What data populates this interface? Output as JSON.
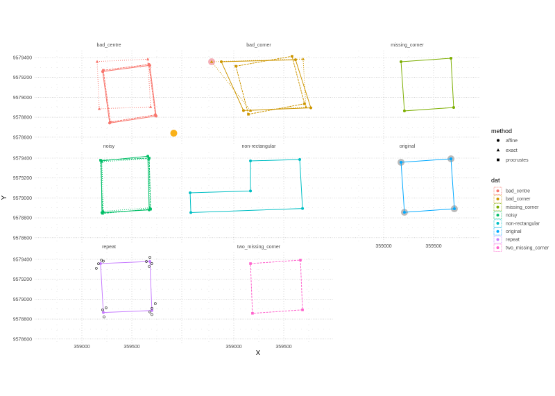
{
  "chart_data": {
    "type": "scatter",
    "subtype": "faceted polygon plot (ggplot2 facet_wrap, theme_minimal)",
    "xlabel": "X",
    "ylabel": "Y",
    "x_ticks": [
      359000,
      359500
    ],
    "y_ticks": [
      9578600,
      9578800,
      9579000,
      9579200,
      9579400
    ],
    "x_tick_labels": [
      "359000",
      "359500"
    ],
    "y_tick_labels": [
      "9578600",
      "9578800",
      "9579000",
      "9579200",
      "9579400"
    ],
    "xlim": [
      358530,
      360000
    ],
    "ylim": [
      9578520,
      9579500
    ],
    "grid": true,
    "legend_position": "right",
    "legends": [
      {
        "title": "method",
        "entries": [
          {
            "label": "affine",
            "shape": "circle"
          },
          {
            "label": "exact",
            "shape": "triangle"
          },
          {
            "label": "procrustes",
            "shape": "square"
          }
        ]
      },
      {
        "title": "dat",
        "entries": [
          {
            "label": "bad_centre",
            "color": "#F8766D"
          },
          {
            "label": "bad_corner",
            "color": "#CD9600"
          },
          {
            "label": "missing_corner",
            "color": "#7CAE00"
          },
          {
            "label": "noisy",
            "color": "#00BE67"
          },
          {
            "label": "non-rectangular",
            "color": "#00BFC4"
          },
          {
            "label": "original",
            "color": "#00A9FF"
          },
          {
            "label": "repeat",
            "color": "#C77CFF"
          },
          {
            "label": "two_missing_corner",
            "color": "#FF61CC"
          }
        ]
      }
    ],
    "panels": [
      {
        "name": "bad_centre",
        "col": 0,
        "row": 0,
        "color": "#F8766D",
        "polygons": [
          {
            "method": "affine",
            "dash": "",
            "points": [
              [
                359208,
                9579260
              ],
              [
                359680,
                9579322
              ],
              [
                359743,
                9578812
              ],
              [
                359278,
                9578742
              ]
            ]
          },
          {
            "method": "procrustes",
            "dash": "3,1",
            "points": [
              [
                359215,
                9579272
              ],
              [
                359670,
                9579331
              ],
              [
                359736,
                9578824
              ],
              [
                359285,
                9578752
              ]
            ]
          },
          {
            "method": "exact",
            "dash": "1,2",
            "points": [
              [
                359153,
                9579360
              ],
              [
                359660,
                9579384
              ],
              [
                359688,
                9578904
              ],
              [
                359174,
                9578885
              ]
            ]
          }
        ],
        "extra_points": [
          {
            "x": 359920,
            "y": 9578640,
            "color": "#F8A800",
            "r": 5,
            "label": "bad centre point"
          }
        ]
      },
      {
        "name": "bad_corner",
        "col": 1,
        "row": 0,
        "color": "#CD9600",
        "polygons": [
          {
            "method": "affine",
            "dash": "",
            "points": [
              [
                358875,
                9579358
              ],
              [
                359618,
                9579378
              ],
              [
                359771,
                9578895
              ],
              [
                359097,
                9578868
              ]
            ]
          },
          {
            "method": "procrustes",
            "dash": "3,1",
            "points": [
              [
                359021,
                9579313
              ],
              [
                359583,
                9579413
              ],
              [
                359708,
                9578936
              ],
              [
                359146,
                9578830
              ]
            ]
          },
          {
            "method": "exact",
            "dash": "1,2",
            "points": [
              [
                358778,
                9579358
              ],
              [
                359694,
                9579385
              ],
              [
                359722,
                9578903
              ],
              [
                359167,
                9578868
              ]
            ]
          }
        ],
        "extra_points": [
          {
            "x": 358778,
            "y": 9579358,
            "color": "#F4A6B0",
            "r": 5,
            "label": "bad corner point"
          }
        ]
      },
      {
        "name": "missing_corner",
        "col": 2,
        "row": 0,
        "color": "#7CAE00",
        "polygons": [
          {
            "method": "affine",
            "dash": "",
            "points": [
              [
                359174,
                9579358
              ],
              [
                359674,
                9579393
              ],
              [
                359701,
                9578898
              ],
              [
                359208,
                9578864
              ]
            ]
          }
        ],
        "extra_points": []
      },
      {
        "name": "noisy",
        "col": 0,
        "row": 1,
        "color": "#00BE67",
        "polygons": [
          {
            "method": "affine",
            "dash": "",
            "points": [
              [
                359194,
                9579372
              ],
              [
                359660,
                9579419
              ],
              [
                359674,
                9578880
              ],
              [
                359201,
                9578852
              ]
            ]
          },
          {
            "method": "procrustes",
            "dash": "3,1",
            "points": [
              [
                359187,
                9579379
              ],
              [
                359674,
                9579400
              ],
              [
                359688,
                9578887
              ],
              [
                359208,
                9578845
              ]
            ]
          },
          {
            "method": "exact",
            "dash": "1,2",
            "points": [
              [
                359201,
                9579365
              ],
              [
                359667,
                9579393
              ],
              [
                359681,
                9578900
              ],
              [
                359215,
                9578866
              ]
            ]
          }
        ],
        "extra_points": []
      },
      {
        "name": "non-rectangular",
        "col": 1,
        "row": 1,
        "color": "#00BFC4",
        "polygons": [
          {
            "method": "affine",
            "dash": "",
            "points": [
              [
                359167,
                9579372
              ],
              [
                359660,
                9579386
              ],
              [
                359688,
                9578894
              ],
              [
                358570,
                9578853
              ],
              [
                358563,
                9579052
              ],
              [
                359167,
                9579070
              ]
            ]
          }
        ],
        "extra_points": []
      },
      {
        "name": "original",
        "col": 2,
        "row": 1,
        "color": "#00A9FF",
        "polygons": [
          {
            "method": "affine",
            "dash": "",
            "points": [
              [
                359174,
                9579358
              ],
              [
                359674,
                9579393
              ],
              [
                359708,
                9578891
              ],
              [
                359208,
                9578856
              ]
            ]
          }
        ],
        "extra_points": [
          {
            "x": 359174,
            "y": 9579358,
            "color": "#B4B4B4",
            "r": 5,
            "label": "original corner"
          },
          {
            "x": 359674,
            "y": 9579393,
            "color": "#B4B4B4",
            "r": 5,
            "label": "original corner"
          },
          {
            "x": 359708,
            "y": 9578891,
            "color": "#B4B4B4",
            "r": 5,
            "label": "original corner"
          },
          {
            "x": 359208,
            "y": 9578856,
            "color": "#B4B4B4",
            "r": 5,
            "label": "original corner"
          }
        ]
      },
      {
        "name": "repeat",
        "col": 0,
        "row": 2,
        "color": "#C77CFF",
        "polygons": [
          {
            "method": "affine",
            "dash": "",
            "points": [
              [
                359187,
                9579358
              ],
              [
                359681,
                9579379
              ],
              [
                359701,
                9578886
              ],
              [
                359215,
                9578866
              ]
            ]
          }
        ],
        "extra_points": [
          {
            "x": 359166,
            "y": 9579357,
            "color": "none",
            "stroke": "#333",
            "r": 1.5,
            "label": "repeat"
          },
          {
            "x": 359195,
            "y": 9579392,
            "color": "none",
            "stroke": "#333",
            "r": 1.5,
            "label": "repeat"
          },
          {
            "x": 359215,
            "y": 9579382,
            "color": "none",
            "stroke": "#333",
            "r": 1.5,
            "label": "repeat"
          },
          {
            "x": 359145,
            "y": 9579310,
            "color": "none",
            "stroke": "#333",
            "r": 1.5,
            "label": "repeat"
          },
          {
            "x": 359681,
            "y": 9579420,
            "color": "none",
            "stroke": "#333",
            "r": 1.5,
            "label": "repeat"
          },
          {
            "x": 359646,
            "y": 9579379,
            "color": "none",
            "stroke": "#333",
            "r": 1.5,
            "label": "repeat"
          },
          {
            "x": 359700,
            "y": 9579358,
            "color": "none",
            "stroke": "#333",
            "r": 1.5,
            "label": "repeat"
          },
          {
            "x": 359674,
            "y": 9579330,
            "color": "none",
            "stroke": "#333",
            "r": 1.5,
            "label": "repeat"
          },
          {
            "x": 359735,
            "y": 9578955,
            "color": "none",
            "stroke": "#333",
            "r": 1.5,
            "label": "repeat"
          },
          {
            "x": 359701,
            "y": 9578907,
            "color": "none",
            "stroke": "#333",
            "r": 1.5,
            "label": "repeat"
          },
          {
            "x": 359681,
            "y": 9578872,
            "color": "none",
            "stroke": "#333",
            "r": 1.5,
            "label": "repeat"
          },
          {
            "x": 359701,
            "y": 9578845,
            "color": "none",
            "stroke": "#333",
            "r": 1.5,
            "label": "repeat"
          },
          {
            "x": 359242,
            "y": 9578914,
            "color": "none",
            "stroke": "#333",
            "r": 1.5,
            "label": "repeat"
          },
          {
            "x": 359208,
            "y": 9578893,
            "color": "none",
            "stroke": "#333",
            "r": 1.5,
            "label": "repeat"
          },
          {
            "x": 359222,
            "y": 9578822,
            "color": "none",
            "stroke": "#333",
            "r": 1.5,
            "label": "repeat"
          }
        ]
      },
      {
        "name": "two_missing_corner",
        "col": 1,
        "row": 2,
        "color": "#FF61CC",
        "polygons": [
          {
            "method": "procrustes",
            "dash": "3,1.5",
            "points": [
              [
                359167,
                9579358
              ],
              [
                359667,
                9579393
              ],
              [
                359688,
                9578893
              ],
              [
                359187,
                9578858
              ]
            ]
          }
        ],
        "extra_points": []
      }
    ]
  },
  "layout": {
    "col_x_base": [
      118,
      337,
      553
    ],
    "row_y_base": [
      83,
      228,
      374
    ],
    "x_scale": 0.144,
    "y_scale": 0.1435,
    "col_left": [
      50,
      266,
      482
    ],
    "col_right": [
      264,
      480,
      692
    ],
    "row_top": [
      73,
      219,
      364
    ],
    "row_bottom": [
      208,
      352,
      497
    ]
  }
}
